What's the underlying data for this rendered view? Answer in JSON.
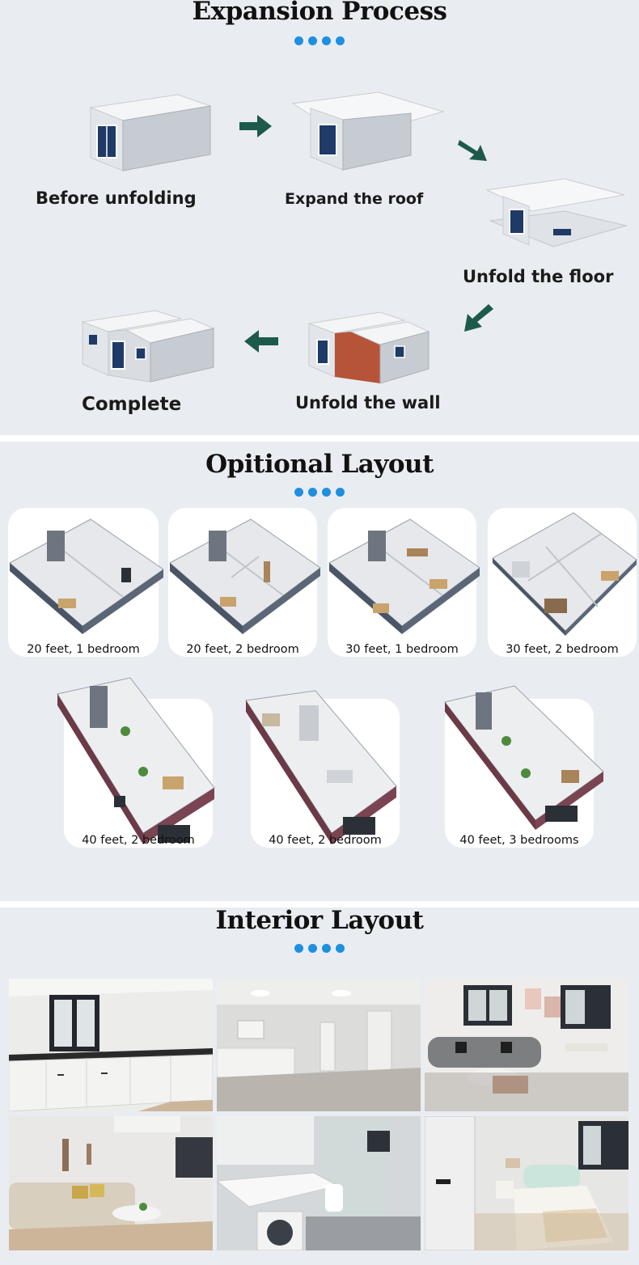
{
  "expansion": {
    "title": "Expansion Process",
    "steps": [
      {
        "label": "Before unfolding"
      },
      {
        "label": "Expand the roof"
      },
      {
        "label": "Unfold the floor"
      },
      {
        "label": "Unfold the wall"
      },
      {
        "label": "Complete"
      }
    ],
    "arrow_color": "#1e5a4c"
  },
  "layout": {
    "title": "Opitional Layout",
    "cards": [
      {
        "label": "20 feet, 1 bedroom"
      },
      {
        "label": "20 feet, 2 bedroom"
      },
      {
        "label": "30 feet, 1 bedroom"
      },
      {
        "label": "30 feet, 2 bedroom"
      },
      {
        "label": "40 feet, 2 bedroom"
      },
      {
        "label": "40 feet, 2 bedroom"
      },
      {
        "label": "40 feet, 3 bedrooms"
      }
    ]
  },
  "interior": {
    "title": "Interior Layout",
    "photos": [
      {
        "subject": "kitchen-cabinets"
      },
      {
        "subject": "hallway"
      },
      {
        "subject": "living-room"
      },
      {
        "subject": "sofa-lounge"
      },
      {
        "subject": "bathroom"
      },
      {
        "subject": "bedroom"
      }
    ]
  },
  "colors": {
    "accent_dots": "#1e8fe1",
    "background": "#e9edf2"
  }
}
